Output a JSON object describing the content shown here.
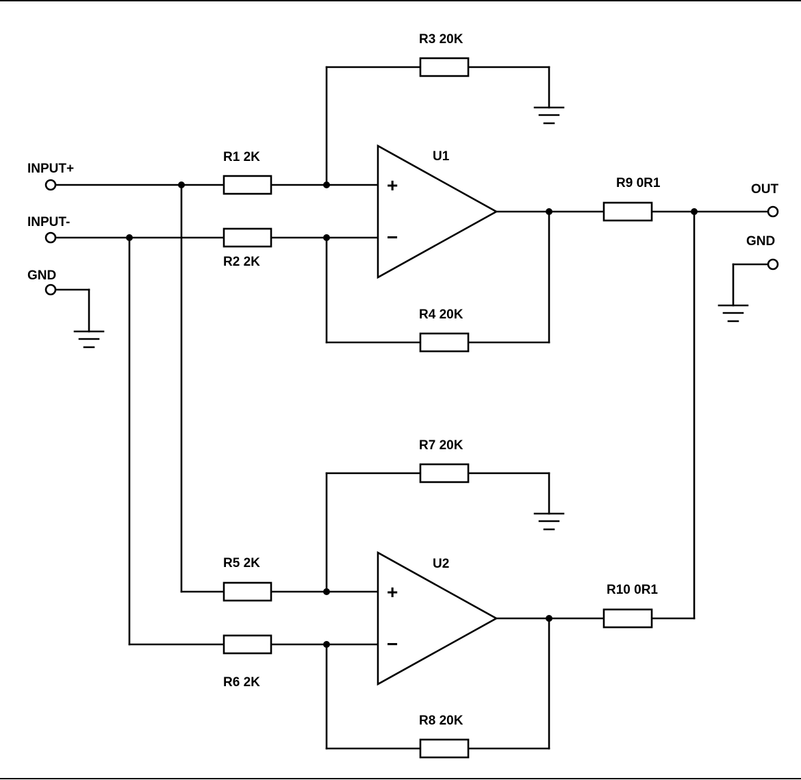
{
  "terminals": {
    "input_plus": "INPUT+",
    "input_minus": "INPUT-",
    "gnd_left": "GND",
    "out": "OUT",
    "gnd_right": "GND"
  },
  "amplifiers": {
    "u1": "U1",
    "u2": "U2",
    "plus_sign": "+",
    "minus_sign": "−"
  },
  "resistors": {
    "r1": "R1 2K",
    "r2": "R2 2K",
    "r3": "R3 20K",
    "r4": "R4 20K",
    "r5": "R5 2K",
    "r6": "R6 2K",
    "r7": "R7 20K",
    "r8": "R8 20K",
    "r9": "R9 0R1",
    "r10": "R10 0R1"
  }
}
